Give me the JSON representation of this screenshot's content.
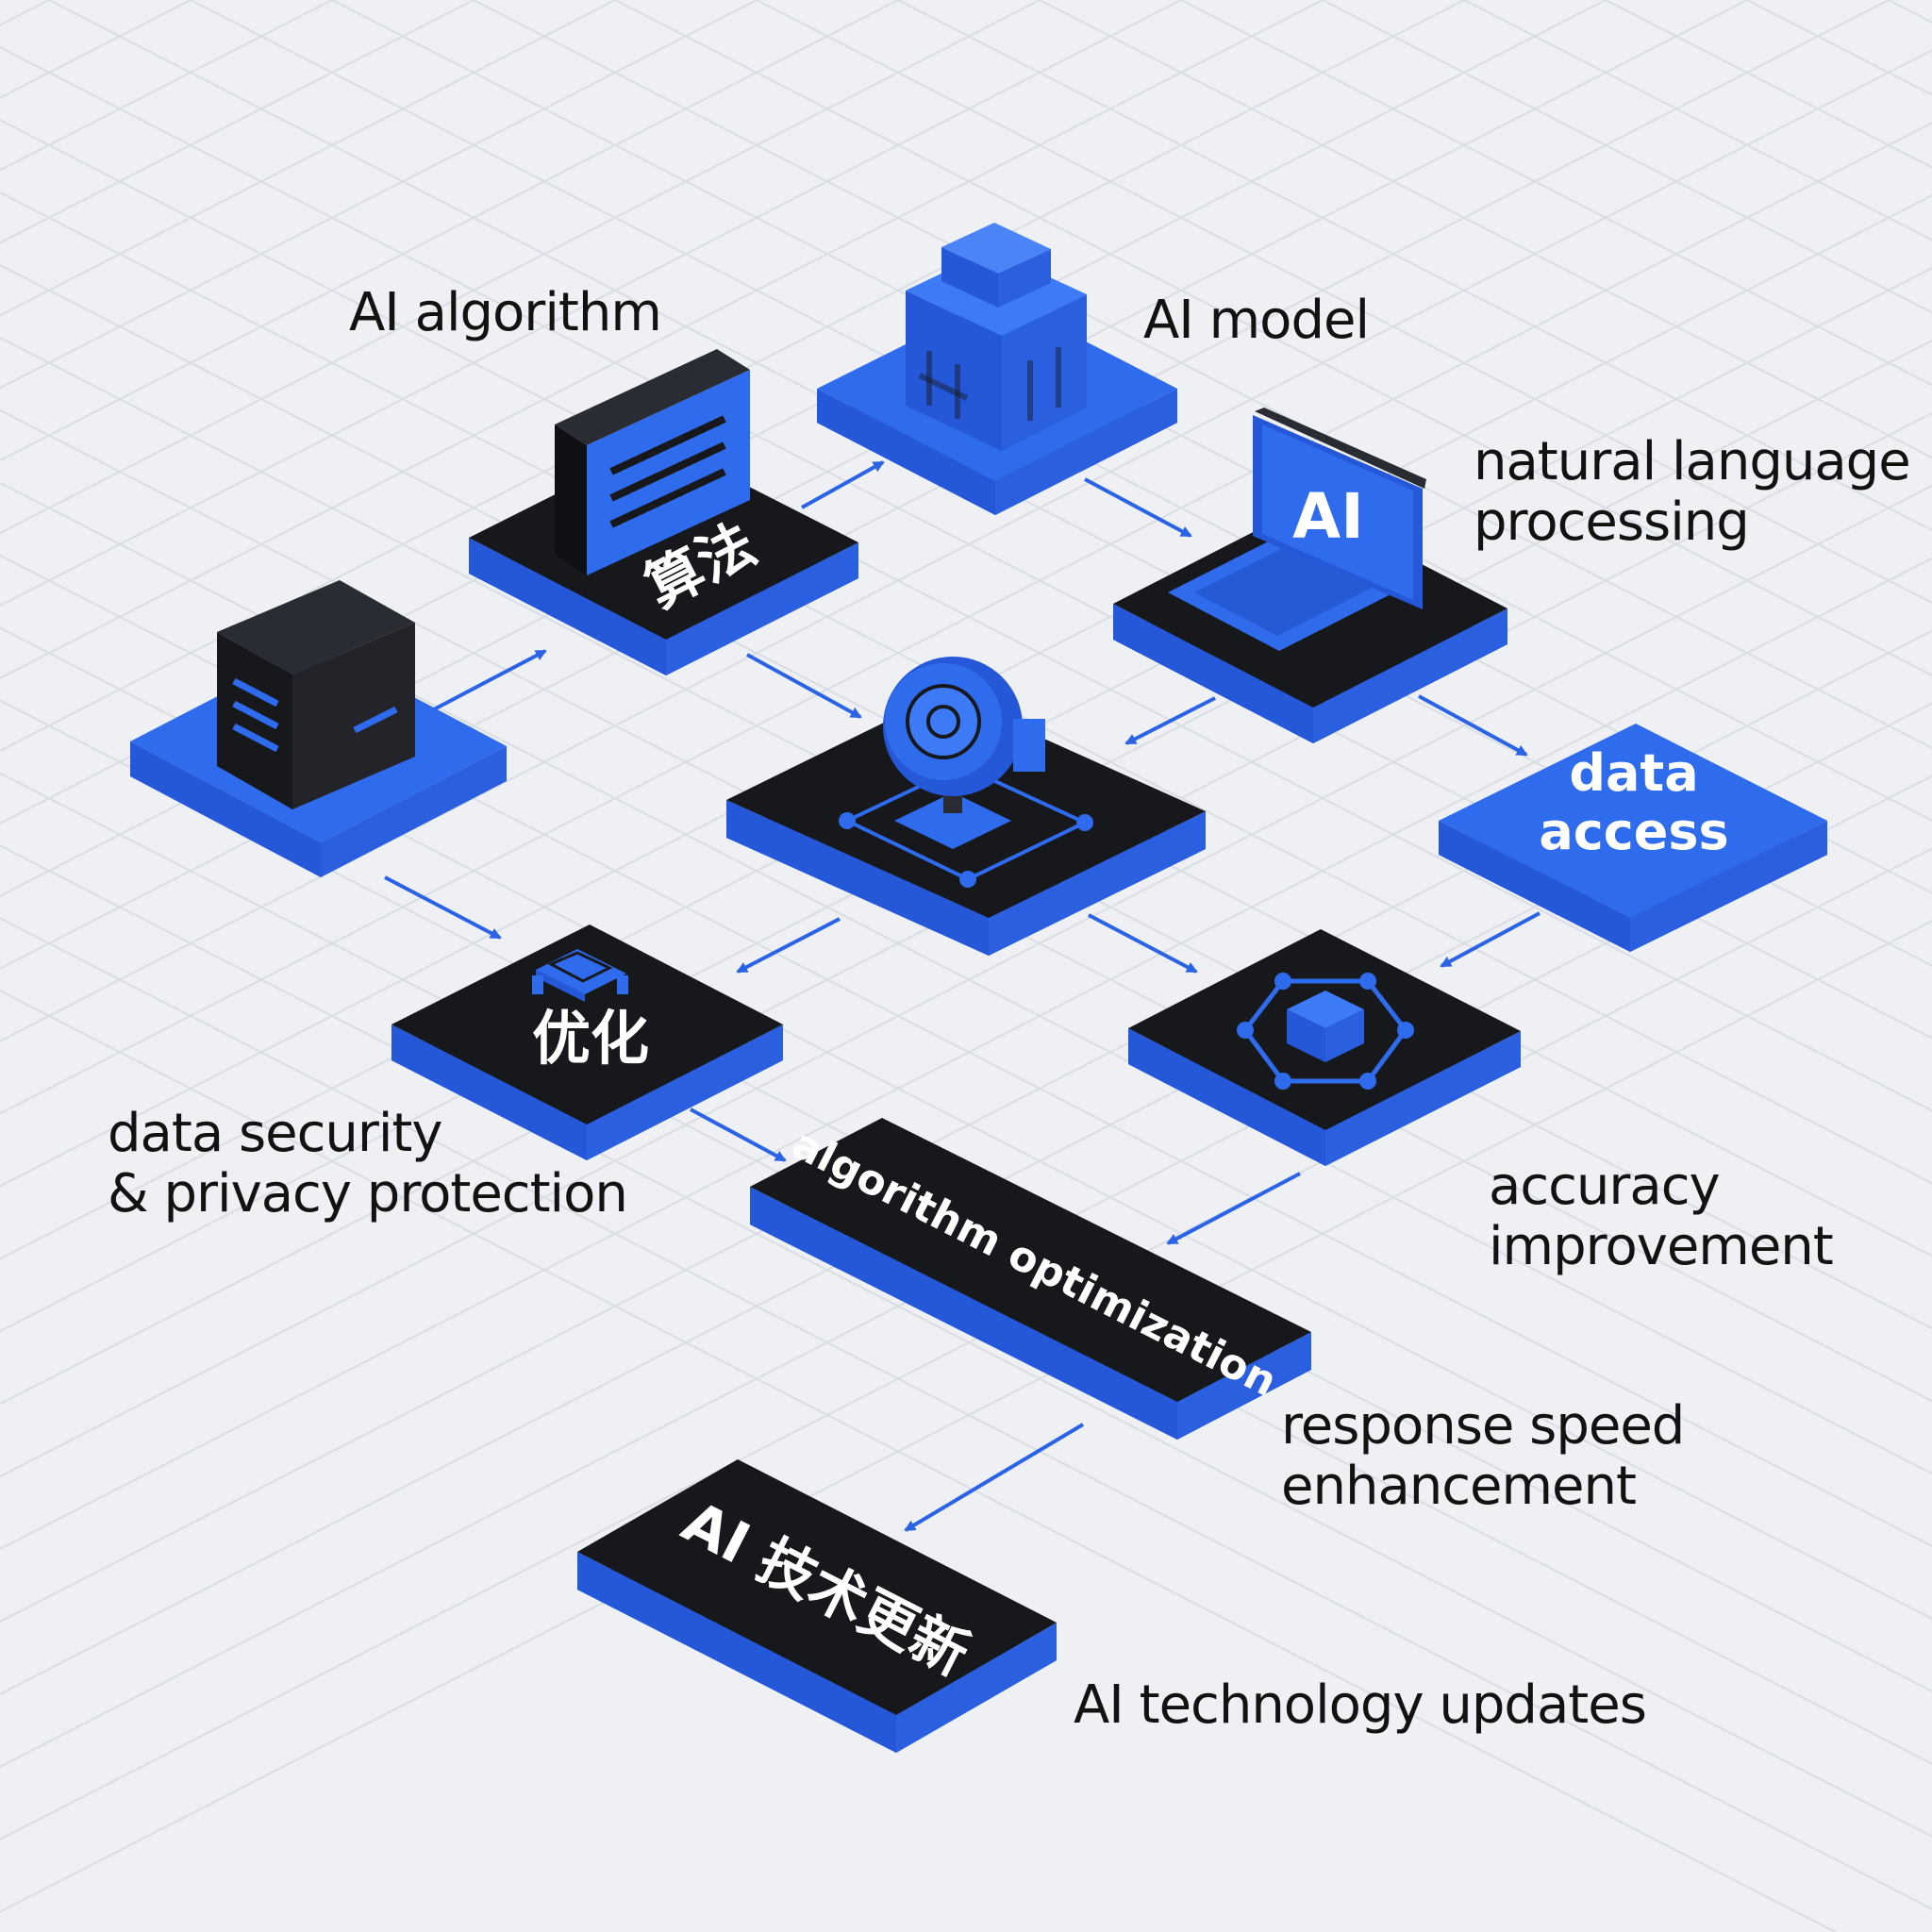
{
  "colors": {
    "background": "#eef0f4",
    "grid_line": "#d9dde4",
    "tile_black": "#17181c",
    "tile_blue": "#2f6bed",
    "tile_edge_blue": "#2458d8",
    "tile_shadow": "#c9cfdb",
    "accent_blue": "#2b63e6",
    "label_text": "#121212",
    "tile_label_text": "#ffffff"
  },
  "labels": {
    "ai_algorithm": "AI algorithm",
    "ai_model": "AI model",
    "nlp": [
      "natural language",
      "processing"
    ],
    "security": [
      "data security",
      "& privacy protection"
    ],
    "accuracy": [
      "accuracy",
      "improvement"
    ],
    "response": [
      "response speed",
      "enhancement"
    ],
    "updates": "AI technology updates"
  },
  "tiles": {
    "algorithm_cn": "算法",
    "data_access": [
      "data",
      "access"
    ],
    "optimize_cn": "优化",
    "algorithm_optimization": "algorithm optimization",
    "updates_cn": "AI 技术更新",
    "laptop_screen": "AI"
  },
  "icons": {
    "server_tile": "server-icon",
    "algorithm_tile": "document-icon",
    "model_tile": "building-icon",
    "laptop_tile": "laptop-icon",
    "center_tile": "robot-sphere-icon",
    "optimize_tile": "chip-icon",
    "accuracy_tile": "cube-network-icon"
  }
}
